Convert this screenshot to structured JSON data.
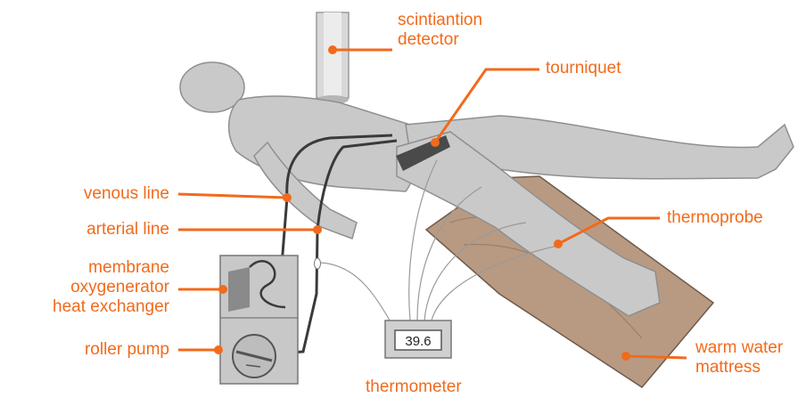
{
  "accent_color": "#f26a1b",
  "labels": {
    "scintillation_detector": [
      "scintiantion",
      "detector"
    ],
    "tourniquet": "tourniquet",
    "venous_line": "venous line",
    "arterial_line": "arterial line",
    "membrane_oxygenerator": [
      "membrane",
      "oxygenerator",
      "heat exchanger"
    ],
    "roller_pump": "roller pump",
    "thermoprobe": "thermoprobe",
    "warm_water_mattress": [
      "warm water",
      "mattress"
    ],
    "thermometer": "thermometer"
  },
  "thermometer_display": "39.6"
}
